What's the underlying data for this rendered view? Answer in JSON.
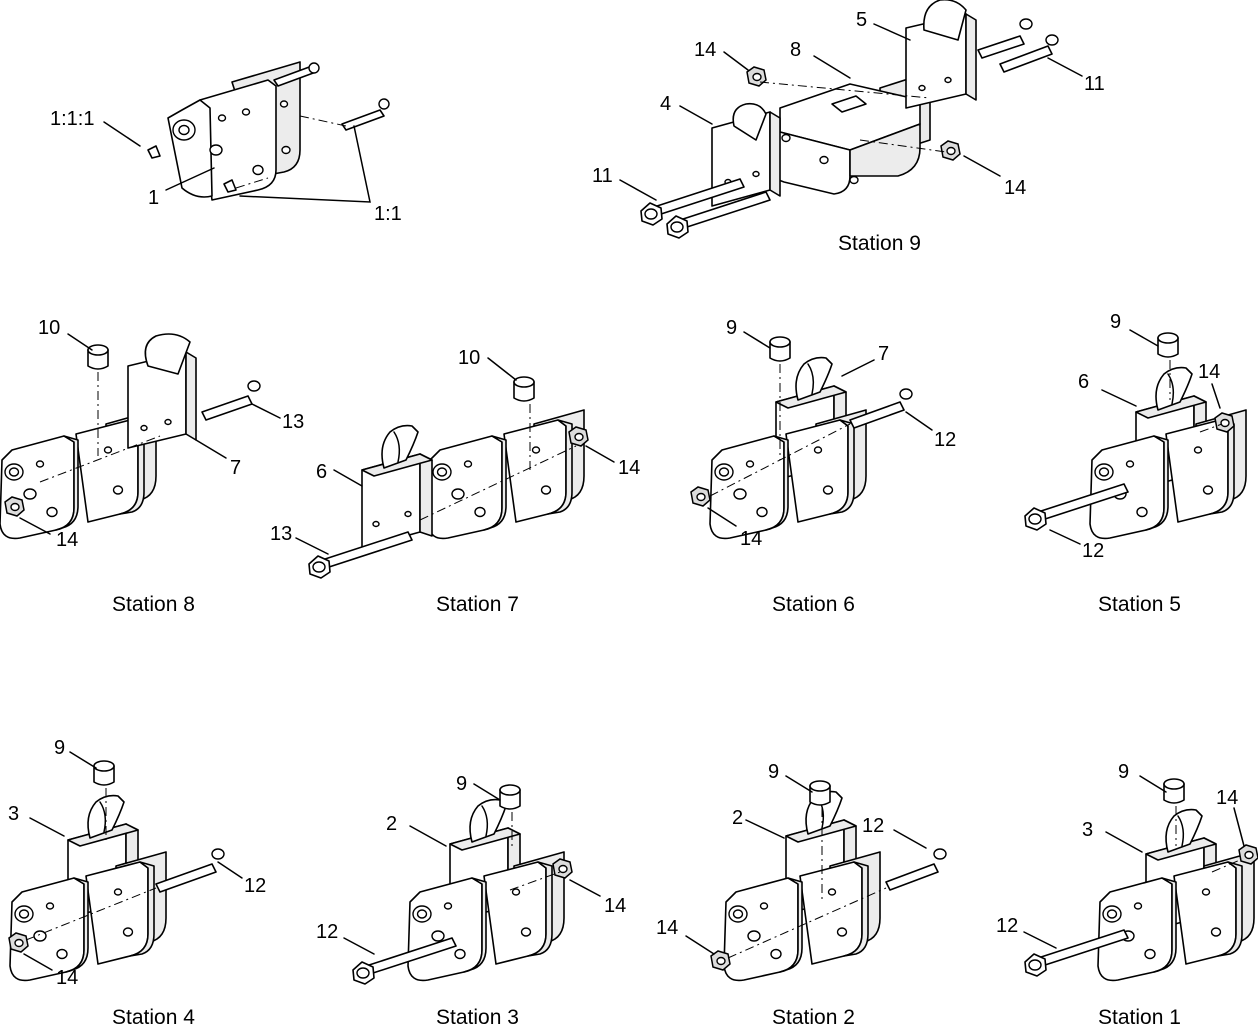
{
  "callouts": {
    "c_111": "1:1:1",
    "c_1": "1",
    "c_11": "1:1",
    "s9_14a": "14",
    "s9_8": "8",
    "s9_5": "5",
    "s9_11a": "11",
    "s9_4": "4",
    "s9_11b": "11",
    "s9_14b": "14",
    "s8_10": "10",
    "s8_13": "13",
    "s8_7": "7",
    "s8_14": "14",
    "s7_10": "10",
    "s7_6": "6",
    "s7_14": "14",
    "s7_13": "13",
    "s6_9": "9",
    "s6_7": "7",
    "s6_12": "12",
    "s6_14": "14",
    "s5_9": "9",
    "s5_6": "6",
    "s5_14": "14",
    "s5_12": "12",
    "s4_9": "9",
    "s4_3": "3",
    "s4_12": "12",
    "s4_14": "14",
    "s3_9": "9",
    "s3_2": "2",
    "s3_14": "14",
    "s3_12": "12",
    "s2_9": "9",
    "s2_2": "2",
    "s2_12": "12",
    "s2_14": "14",
    "s1_9": "9",
    "s1_14": "14",
    "s1_3": "3",
    "s1_12": "12"
  },
  "stations": {
    "s9": "Station 9",
    "s8": "Station 8",
    "s7": "Station 7",
    "s6": "Station 6",
    "s5": "Station 5",
    "s4": "Station 4",
    "s3": "Station 3",
    "s2": "Station 2",
    "s1": "Station 1"
  }
}
